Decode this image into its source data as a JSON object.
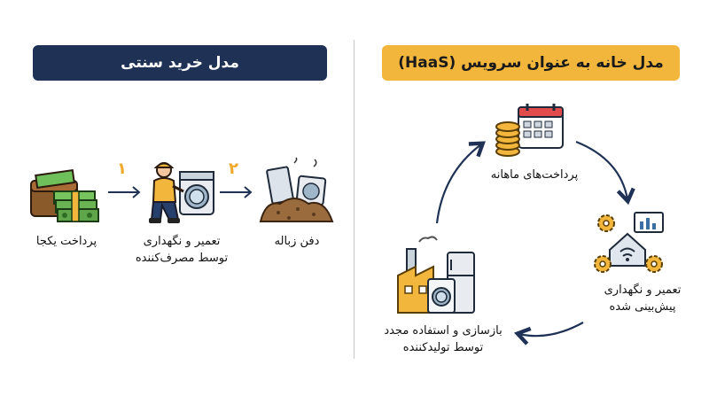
{
  "left_panel": {
    "title": "مدل خرید سنتی",
    "steps": [
      {
        "label": "پرداخت یکجا",
        "icon": "wallet-cash-icon"
      },
      {
        "label_line1": "تعمیر و نگهداری",
        "label_line2": "توسط مصرف‌کننده",
        "icon": "repair-person-icon"
      },
      {
        "label": "دفن زباله",
        "icon": "landfill-icon"
      }
    ],
    "step_numbers": [
      "۱",
      "۲"
    ]
  },
  "right_panel": {
    "title": "مدل خانه به عنوان سرویس (HaaS)",
    "cycle": [
      {
        "label": "پرداخت‌های ماهانه",
        "icon": "calendar-coins-icon"
      },
      {
        "label_line1": "تعمیر و نگهداری",
        "label_line2": "پیش‌بینی شده",
        "icon": "smart-home-gears-icon"
      },
      {
        "label_line1": "بازسازی و استفاده مجدد",
        "label_line2": "توسط تولیدکننده",
        "icon": "factory-appliances-icon"
      }
    ]
  },
  "colors": {
    "navy": "#1f3256",
    "accent": "#f2b63c",
    "arrow": "#1f3256",
    "number": "#f0a92d"
  }
}
